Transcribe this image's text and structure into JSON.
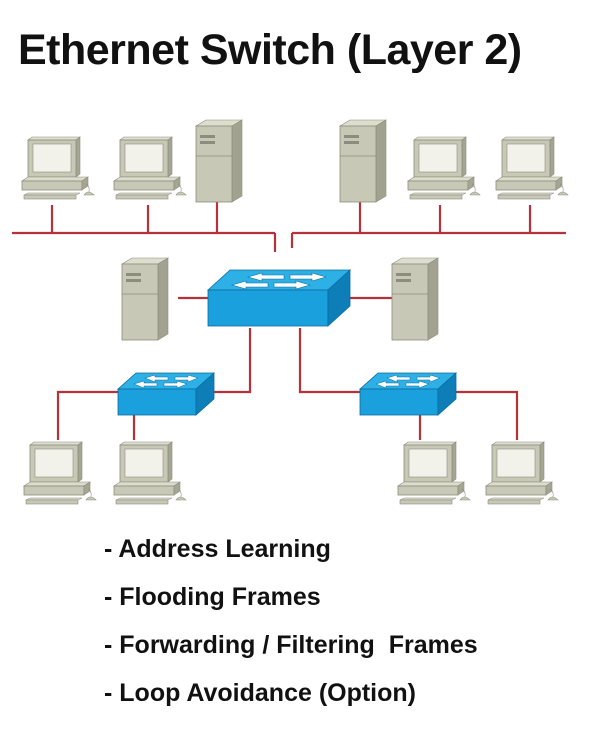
{
  "title": "Ethernet Switch (Layer 2)",
  "features": [
    "- Address Learning",
    "- Flooding Frames",
    "- Forwarding / Filtering  Frames",
    "- Loop Avoidance (Option)"
  ],
  "colors": {
    "cable": "#b5323b",
    "switch_front": "#1aa0dc",
    "switch_top": "#2cb0e6",
    "switch_side": "#0e7eb8",
    "device_body": "#c8c8b6",
    "device_shade": "#9d9d8b",
    "screen": "#f2f2ea"
  },
  "icons": [
    "workstation-icon",
    "server-icon",
    "switch-icon"
  ]
}
